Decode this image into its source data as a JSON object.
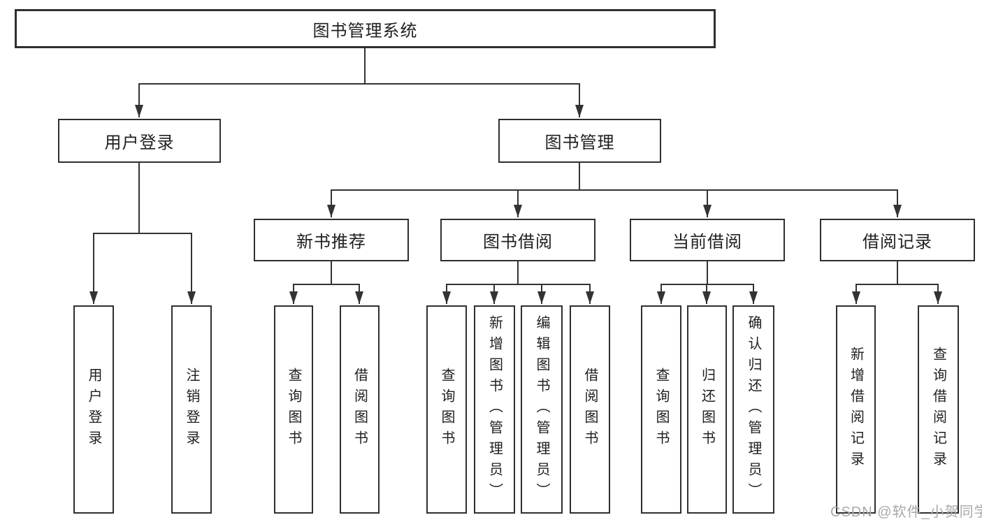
{
  "diagram": {
    "root": {
      "label": "图书管理系统"
    },
    "level2": [
      {
        "label": "用户登录"
      },
      {
        "label": "图书管理"
      }
    ],
    "level3": [
      {
        "label": "新书推荐"
      },
      {
        "label": "图书借阅"
      },
      {
        "label": "当前借阅"
      },
      {
        "label": "借阅记录"
      }
    ],
    "leaves": [
      {
        "label": "用户登录"
      },
      {
        "label": "注销登录"
      },
      {
        "label": "查询图书"
      },
      {
        "label": "借阅图书"
      },
      {
        "label": "查询图书"
      },
      {
        "label": "新增图书（管理员）"
      },
      {
        "label": "编辑图书（管理员）"
      },
      {
        "label": "借阅图书"
      },
      {
        "label": "查询图书"
      },
      {
        "label": "归还图书"
      },
      {
        "label": "确认归还（管理员）"
      },
      {
        "label": "新增借阅记录"
      },
      {
        "label": "查询借阅记录"
      }
    ]
  },
  "watermark": {
    "text": "CSDN @软件_小贺同学"
  },
  "colors": {
    "line": "#333333",
    "border": "#2f2f2f",
    "text": "#1f1f1f",
    "watermark": "#a9a9a9",
    "background": "#ffffff"
  }
}
